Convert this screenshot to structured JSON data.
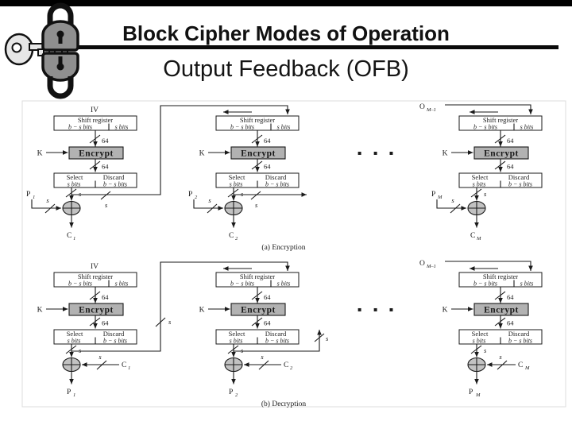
{
  "slide": {
    "title": "Block Cipher Modes of Operation",
    "subtitle": "Output Feedback (OFB)"
  },
  "figure": {
    "captions": {
      "encryption": "(a) Encryption",
      "decryption": "(b) Decryption"
    },
    "ellipsis": "▪ ▪ ▪",
    "core": {
      "shift_register": "Shift register",
      "left_bits": "b − s bits",
      "right_bits": "s bits",
      "bus_width": "64",
      "key": "K",
      "encrypt": "Encrypt",
      "select": "Select",
      "select_bits": "s bits",
      "discard": "Discard",
      "discard_bits": "b − s bits",
      "s": "s"
    },
    "enc": {
      "stage1": {
        "in": "IV",
        "pt": "P",
        "pt_sub": "1",
        "ct": "C",
        "ct_sub": "1"
      },
      "stage2": {
        "pt": "P",
        "pt_sub": "2",
        "ct": "C",
        "ct_sub": "2"
      },
      "stage3": {
        "in": "O",
        "in_sub": "M–1",
        "pt": "P",
        "pt_sub": "M",
        "ct": "C",
        "ct_sub": "M"
      }
    },
    "dec": {
      "stage1": {
        "in": "IV",
        "ct": "C",
        "ct_sub": "1",
        "pt": "P",
        "pt_sub": "1"
      },
      "stage2": {
        "ct": "C",
        "ct_sub": "2",
        "pt": "P",
        "pt_sub": "2"
      },
      "stage3": {
        "in": "O",
        "in_sub": "M–1",
        "ct": "C",
        "ct_sub": "M",
        "pt": "P",
        "pt_sub": "M"
      }
    }
  },
  "colors": {
    "top_bar": "#000000",
    "encrypt_box": "#b2b2b2",
    "xor_fill": "#c2c2c2",
    "line": "#1a1a1a"
  }
}
